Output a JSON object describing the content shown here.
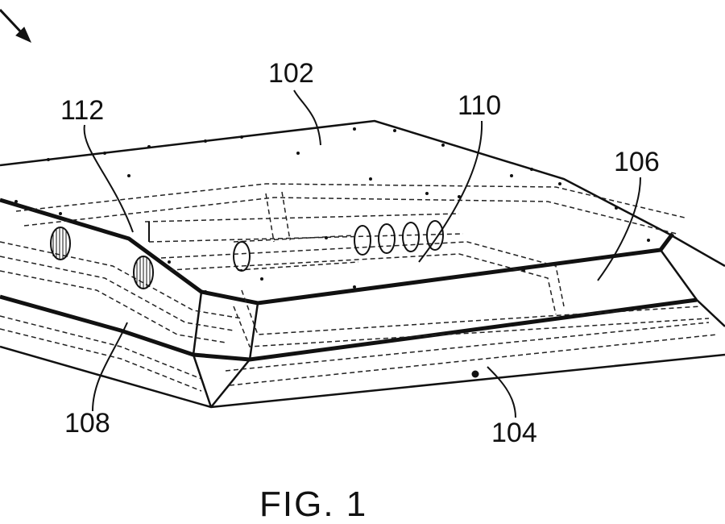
{
  "figure": {
    "caption": "FIG. 1"
  },
  "reference_numerals": {
    "top_panel": "102",
    "base": "104",
    "side_panel": "106",
    "front_edge": "108",
    "inner_frame": "110",
    "left_corner": "112"
  }
}
